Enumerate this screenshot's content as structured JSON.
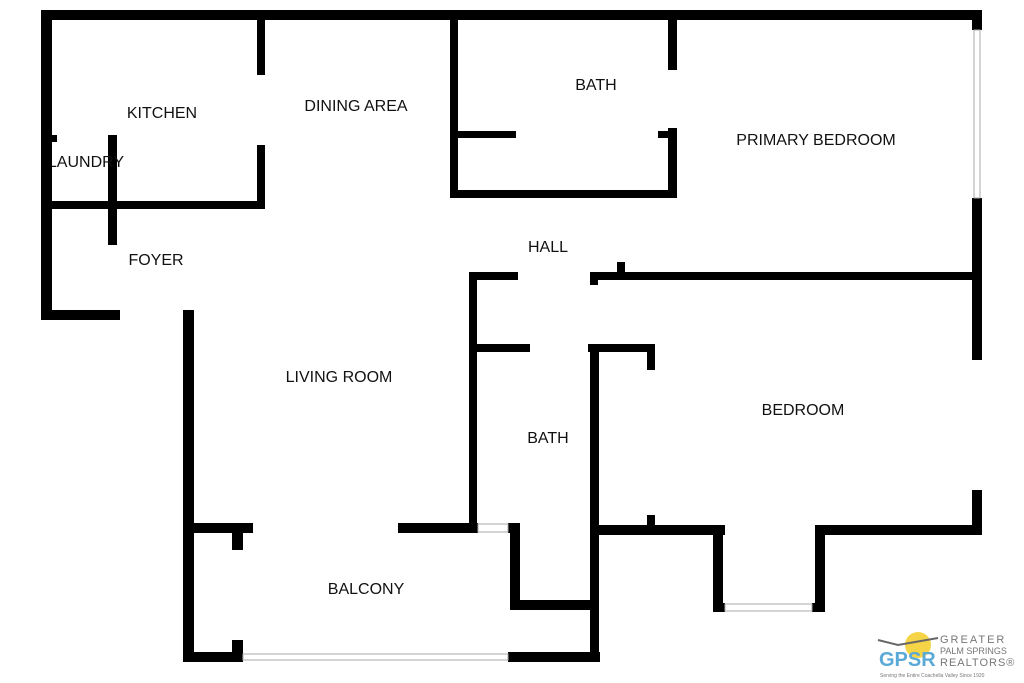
{
  "rooms": {
    "kitchen": "KITCHEN",
    "laundry": "LAUNDRY",
    "dining": "DINING AREA",
    "bath_top": "BATH",
    "primary_bedroom": "PRIMARY BEDROOM",
    "hall": "HALL",
    "foyer": "FOYER",
    "living_room": "LIVING ROOM",
    "bath_bottom": "BATH",
    "bedroom": "BEDROOM",
    "balcony": "BALCONY"
  },
  "logo": {
    "mark": "GPSR",
    "line1": "GREATER",
    "line2": "PALM SPRINGS",
    "line3": "REALTORS®",
    "tagline": "Serving the Entire Coachella Valley Since 1920"
  },
  "colors": {
    "wall": "#000000",
    "window": "#dddddd",
    "logo_blue": "#5aa9d6",
    "logo_orange": "#f0a030",
    "logo_sun": "#f5d547"
  }
}
